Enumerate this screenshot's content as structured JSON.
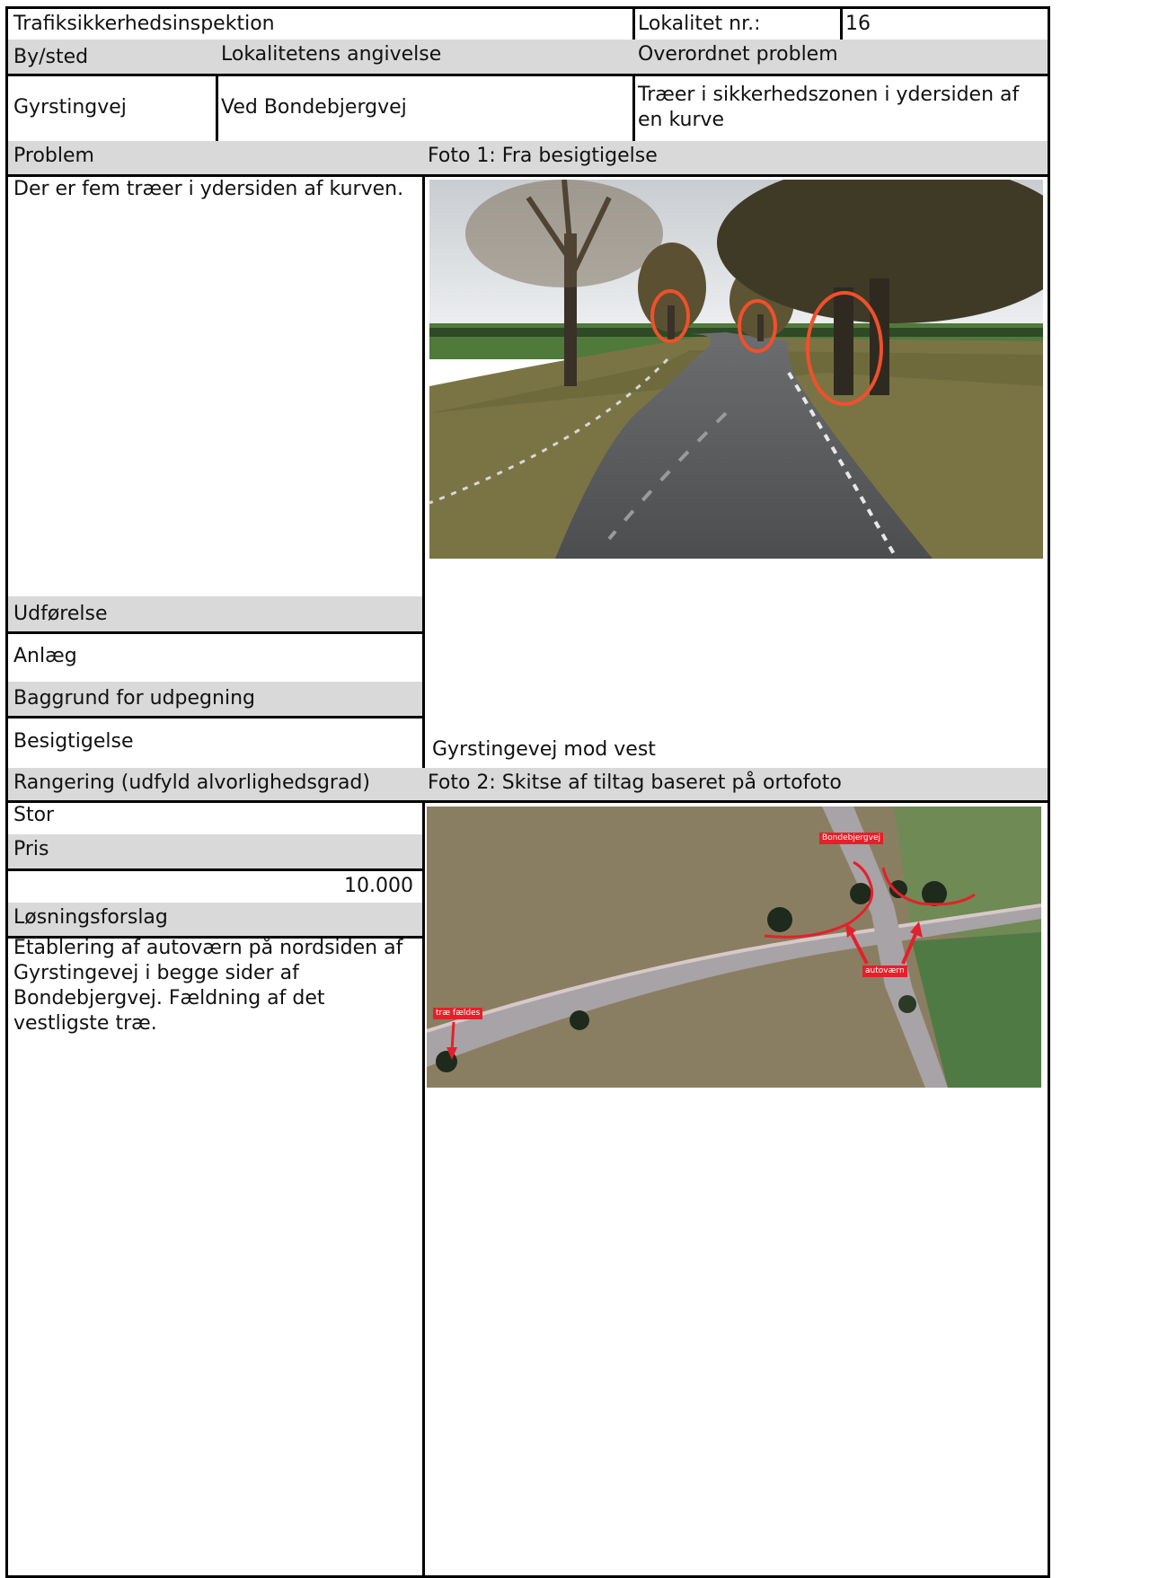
{
  "header": {
    "title": "Trafiksikkerhedsinspektion",
    "lokalitet_label": "Lokalitet nr.:",
    "lokalitet_value": "16"
  },
  "location": {
    "by_sted_label": "By/sted",
    "angivelse_label": "Lokalitetens angivelse",
    "problem_label": "Overordnet problem",
    "by_sted_value": "Gyrstingvej",
    "angivelse_value": "Ved Bondebjergvej",
    "problem_value": "Træer i sikkerhedszonen i ydersiden af en kurve"
  },
  "problem": {
    "label": "Problem",
    "text": "Der er fem træer i ydersiden af kurven."
  },
  "udforelse": {
    "label": "Udførelse",
    "value": "Anlæg"
  },
  "baggrund": {
    "label": "Baggrund for udpegning",
    "value": "Besigtigelse"
  },
  "rangering": {
    "label": "Rangering (udfyld alvorlighedsgrad)",
    "value": "Stor"
  },
  "pris": {
    "label": "Pris",
    "value": "10.000"
  },
  "losning": {
    "label": "Løsningsforslag",
    "text": "Etablering af autoværn på nordsiden af Gyrstingevej i begge sider af Bondebjergvej. Fældning af det vestligste træ."
  },
  "foto1": {
    "label": "Foto 1: Fra besigtigelse",
    "caption": "Gyrstingevej mod vest"
  },
  "foto2": {
    "label": "Foto 2: Skitse af tiltag baseret på ortofoto",
    "annotations": {
      "road_name": "Bondebjergvej",
      "guardrail": "autoværn",
      "tree_removal": "træ fældes"
    }
  },
  "colors": {
    "header_fill": "#d9d9d9",
    "annotation_red": "#e5202a",
    "circle_orange": "#f0502a"
  }
}
